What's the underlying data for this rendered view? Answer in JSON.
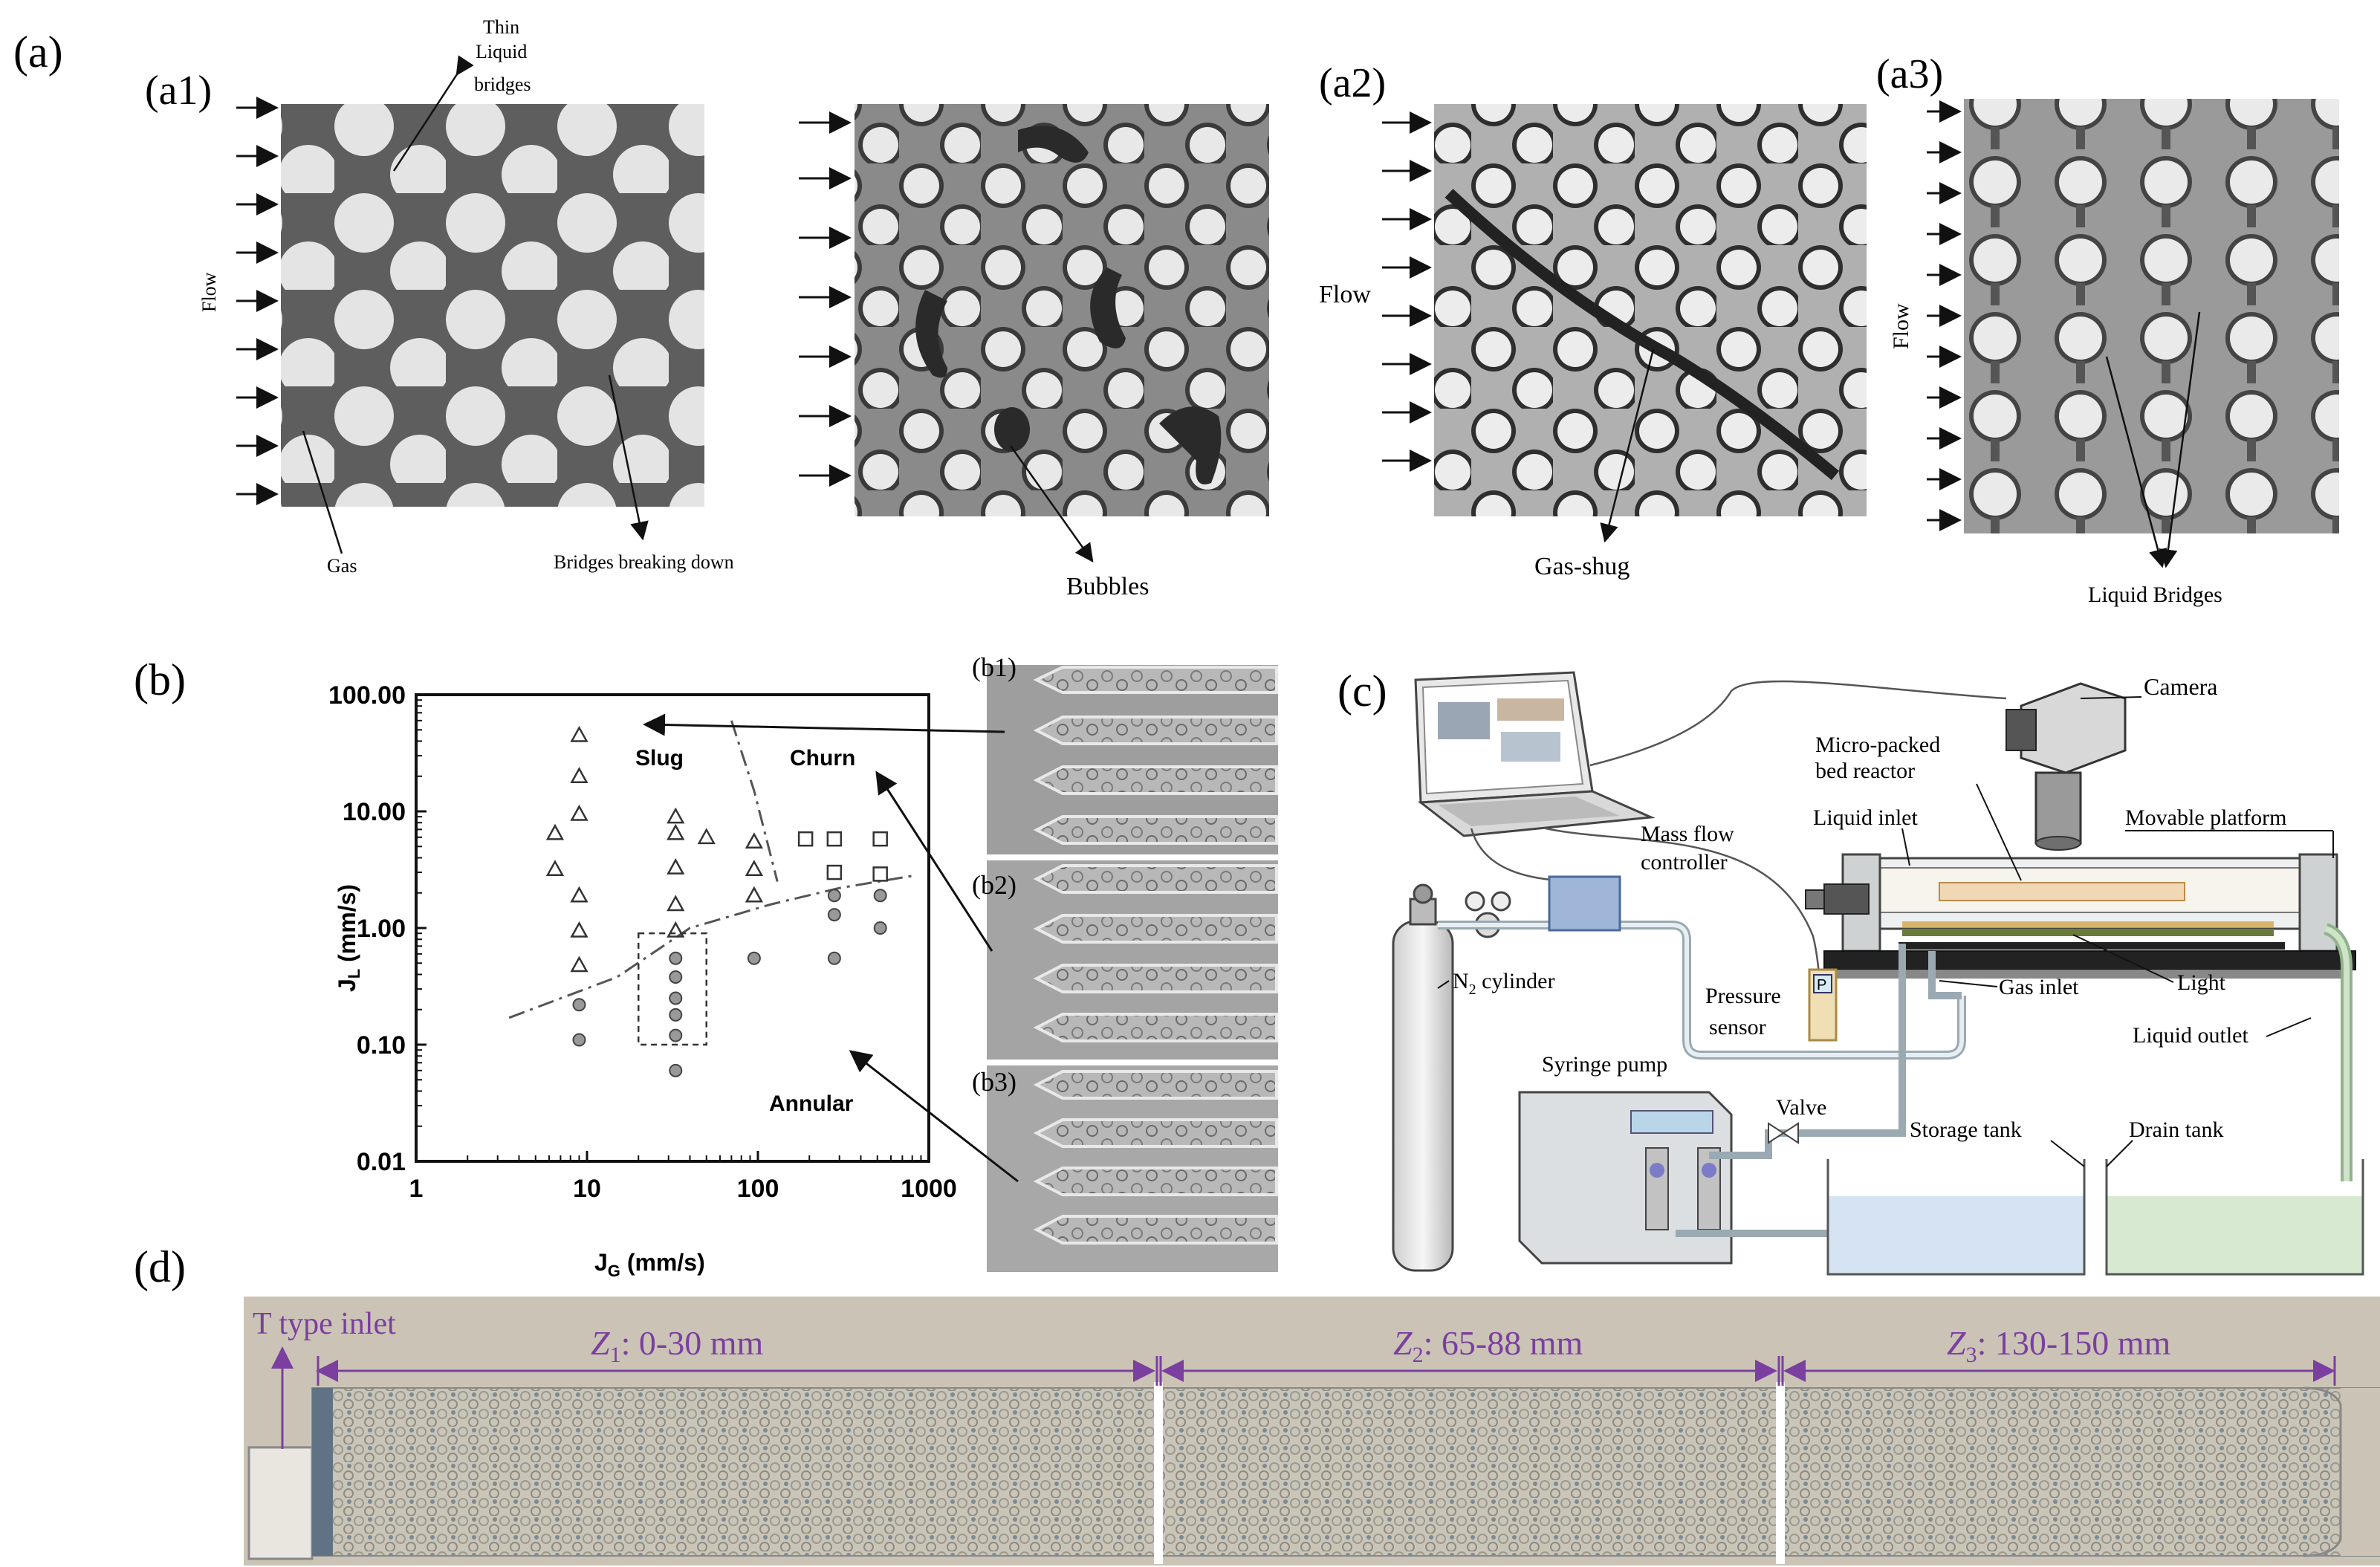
{
  "panel_labels": {
    "a": "(a)",
    "a1": "(a1)",
    "a2": "(a2)",
    "a3": "(a3)",
    "b": "(b)",
    "b1": "(b1)",
    "b2": "(b2)",
    "b3": "(b3)",
    "c": "(c)",
    "d": "(d)"
  },
  "panel_a": {
    "a1_thin_bridges_line1": "Thin",
    "a1_thin_bridges_line2": "Liquid",
    "a1_thin_bridges_line3": "bridges",
    "a1_flow": "Flow",
    "a1_gas": "Gas",
    "a1_bridges_breaking": "Bridges breaking down",
    "bubbles": "Bubbles",
    "a2_flow": "Flow",
    "a2_gas_shug": "Gas-shug",
    "a3_flow": "Flow",
    "a3_liquid_bridges": "Liquid Bridges"
  },
  "panel_b": {
    "xlabel_main": "J",
    "xlabel_sub": "G",
    "xlabel_unit": " (mm/s)",
    "ylabel_main": "J",
    "ylabel_sub": "L",
    "ylabel_unit": " (mm/s)",
    "region_slug": "Slug",
    "region_churn": "Churn",
    "region_annular": "Annular"
  },
  "chart_data": {
    "type": "scatter",
    "x_scale": "log",
    "y_scale": "log",
    "xlim": [
      1,
      1000
    ],
    "ylim": [
      0.01,
      100
    ],
    "xticks": [
      "1",
      "10",
      "100",
      "1000"
    ],
    "yticks": [
      "0.01",
      "0.10",
      "1.00",
      "10.00",
      "100.00"
    ],
    "xlabel": "JG (mm/s)",
    "ylabel": "JL (mm/s)",
    "annotations": [
      "Slug",
      "Churn",
      "Annular"
    ],
    "series": [
      {
        "marker": "triangle",
        "points": [
          [
            6.5,
            6.5
          ],
          [
            6.5,
            3.2
          ],
          [
            9,
            45
          ],
          [
            9,
            20
          ],
          [
            9,
            9.5
          ],
          [
            9,
            1.9
          ],
          [
            9,
            0.95
          ],
          [
            9,
            0.48
          ],
          [
            33,
            9
          ],
          [
            33,
            6.5
          ],
          [
            33,
            3.3
          ],
          [
            33,
            1.6
          ],
          [
            33,
            0.95
          ],
          [
            50,
            6
          ],
          [
            95,
            5.5
          ],
          [
            95,
            1.9
          ],
          [
            95,
            3.2
          ]
        ]
      },
      {
        "marker": "circle",
        "points": [
          [
            9,
            0.22
          ],
          [
            9,
            0.11
          ],
          [
            33,
            0.55
          ],
          [
            33,
            0.38
          ],
          [
            33,
            0.25
          ],
          [
            33,
            0.18
          ],
          [
            33,
            0.12
          ],
          [
            33,
            0.06
          ],
          [
            95,
            0.55
          ],
          [
            280,
            1.3
          ],
          [
            280,
            0.55
          ],
          [
            280,
            1.9
          ],
          [
            520,
            1.9
          ],
          [
            520,
            1.0
          ]
        ]
      },
      {
        "marker": "square",
        "points": [
          [
            190,
            5.8
          ],
          [
            280,
            5.8
          ],
          [
            280,
            3.0
          ],
          [
            520,
            5.8
          ],
          [
            520,
            2.9
          ]
        ]
      }
    ],
    "boundaries": [
      {
        "style": "dash-dot",
        "points": [
          [
            70,
            60
          ],
          [
            95,
            15
          ],
          [
            130,
            2.5
          ]
        ]
      },
      {
        "style": "dash-dot",
        "points": [
          [
            3.5,
            0.17
          ],
          [
            15,
            0.38
          ],
          [
            40,
            1.0
          ],
          [
            120,
            1.6
          ],
          [
            300,
            2.2
          ],
          [
            800,
            2.8
          ]
        ]
      }
    ],
    "selection_box": {
      "x": [
        20,
        50
      ],
      "y": [
        0.1,
        0.9
      ]
    }
  },
  "panel_c": {
    "camera": "Camera",
    "reactor_line1": "Micro-packed",
    "reactor_line2": "bed reactor",
    "liquid_inlet": "Liquid inlet",
    "movable_platform": "Movable platform",
    "mfc_line1": "Mass flow",
    "mfc_line2": "controller",
    "n2_main": "N",
    "n2_sub": "2",
    "n2_rest": " cylinder",
    "pressure_line1": "Pressure",
    "pressure_line2": "sensor",
    "p_marker": "P",
    "gas_inlet": "Gas inlet",
    "light": "Light",
    "liquid_outlet": "Liquid outlet",
    "syringe_pump": "Syringe pump",
    "valve": "Valve",
    "storage_tank": "Storage tank",
    "drain_tank": "Drain tank"
  },
  "panel_d": {
    "t_inlet": "T type inlet",
    "z1_main": "Z",
    "z1_sub": "1",
    "z1_range": ": 0-30 mm",
    "z2_main": "Z",
    "z2_sub": "2",
    "z2_range": ": 65-88 mm",
    "z3_main": "Z",
    "z3_sub": "3",
    "z3_range": ": 130-150 mm"
  },
  "colors": {
    "accent_purple": "#7b3fa0",
    "panel_d_bg": "#cbc4b6",
    "bed_fill": "#c6c2b5"
  }
}
